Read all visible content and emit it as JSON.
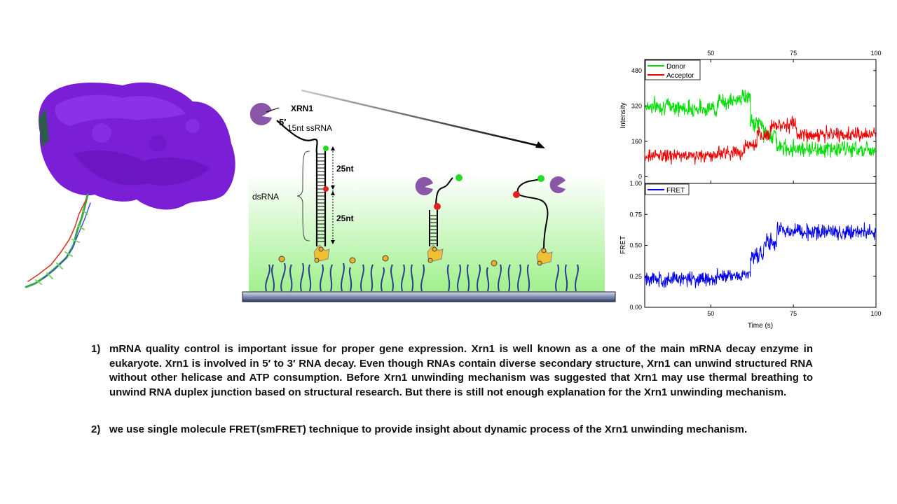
{
  "schematic": {
    "enzyme_label": "XRN1",
    "five_prime_label": "5′",
    "ssrna_label": "15nt ssRNA",
    "dsrna_label": "dsRNA",
    "segment_top_label": "25nt",
    "segment_bottom_label": "25nt"
  },
  "colors": {
    "protein": "#7b1fd6",
    "enzyme": "#8a56a8",
    "donor": "#00dd00",
    "acceptor": "#ee0000",
    "fret": "#0000ee",
    "surface_glow": "#c8f5c0",
    "biotin": "#f0b020",
    "peg": "#2a3c90"
  },
  "chart_data": [
    {
      "type": "line",
      "title": "",
      "xlabel": "",
      "ylabel": "Intensity",
      "xlim": [
        30,
        100
      ],
      "ylim": [
        -30,
        530
      ],
      "x_ticks": [
        "50",
        "75",
        "100"
      ],
      "y_ticks": [
        "0",
        "160",
        "320",
        "480"
      ],
      "legend": "top-left",
      "series": [
        {
          "name": "Donor",
          "color": "#00dd00",
          "segments": [
            {
              "from": 30,
              "to": 40,
              "level": 320
            },
            {
              "from": 40,
              "to": 52,
              "level": 310
            },
            {
              "from": 52,
              "to": 58,
              "level": 340
            },
            {
              "from": 58,
              "to": 62,
              "level": 360
            },
            {
              "from": 62,
              "to": 66,
              "level": 240
            },
            {
              "from": 66,
              "to": 70,
              "level": 190
            },
            {
              "from": 70,
              "to": 80,
              "level": 130
            },
            {
              "from": 80,
              "to": 100,
              "level": 125
            }
          ]
        },
        {
          "name": "Acceptor",
          "color": "#ee0000",
          "segments": [
            {
              "from": 30,
              "to": 52,
              "level": 95
            },
            {
              "from": 52,
              "to": 60,
              "level": 110
            },
            {
              "from": 60,
              "to": 64,
              "level": 140
            },
            {
              "from": 64,
              "to": 68,
              "level": 185
            },
            {
              "from": 68,
              "to": 76,
              "level": 235
            },
            {
              "from": 76,
              "to": 100,
              "level": 190
            }
          ]
        }
      ]
    },
    {
      "type": "line",
      "title": "",
      "xlabel": "Time (s)",
      "ylabel": "FRET",
      "xlim": [
        30,
        100
      ],
      "ylim": [
        0,
        1
      ],
      "x_ticks": [
        "50",
        "75",
        "100"
      ],
      "y_ticks": [
        "0.00",
        "0.25",
        "0.50",
        "0.75",
        "1.00"
      ],
      "legend": "top-left",
      "series": [
        {
          "name": "FRET",
          "color": "#0000ee",
          "segments": [
            {
              "from": 30,
              "to": 52,
              "level": 0.23
            },
            {
              "from": 52,
              "to": 62,
              "level": 0.26
            },
            {
              "from": 62,
              "to": 66,
              "level": 0.42
            },
            {
              "from": 66,
              "to": 70,
              "level": 0.52
            },
            {
              "from": 70,
              "to": 78,
              "level": 0.62
            },
            {
              "from": 78,
              "to": 100,
              "level": 0.61
            }
          ]
        }
      ]
    }
  ],
  "paragraphs": [
    {
      "number": "1)",
      "text": "mRNA quality control is important issue for proper gene expression. Xrn1 is well known as a one of the main mRNA decay enzyme in eukaryote. Xrn1 is involved in 5′ to 3′ RNA decay. Even though RNAs contain diverse secondary structure, Xrn1 can unwind structured RNA without other helicase and ATP consumption. Before Xrn1 unwinding mechanism was suggested that Xrn1 may use thermal breathing to unwind RNA duplex junction based on structural research. But there is still not enough explanation for the Xrn1 unwinding mechanism."
    },
    {
      "number": "2)",
      "text": "we use single molecule FRET(smFRET) technique to provide insight about dynamic process of the Xrn1 unwinding mechanism."
    }
  ]
}
